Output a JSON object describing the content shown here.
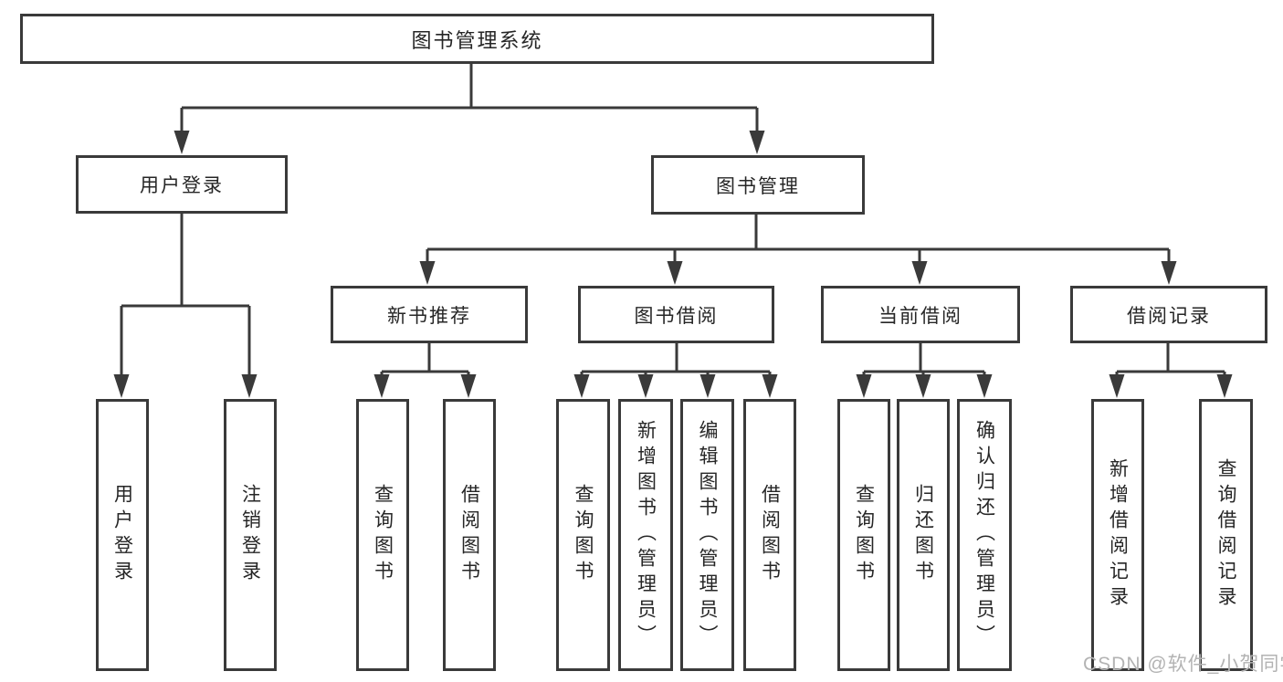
{
  "watermark": "CSDN @软件_小贺同学",
  "colors": {
    "line": "#3a3a3a",
    "text": "#262626",
    "background": "#ffffff",
    "watermark": "#b3b3b3"
  },
  "nodes": {
    "root": "图书管理系统",
    "login": "用户登录",
    "login_children": [
      "用户登录",
      "注销登录"
    ],
    "mgmt": "图书管理",
    "mgmt_children": [
      {
        "label": "新书推荐",
        "children": [
          "查询图书",
          "借阅图书"
        ]
      },
      {
        "label": "图书借阅",
        "children": [
          "查询图书",
          "新增图书（管理员）",
          "编辑图书（管理员）",
          "借阅图书"
        ]
      },
      {
        "label": "当前借阅",
        "children": [
          "查询图书",
          "归还图书",
          "确认归还（管理员）"
        ]
      },
      {
        "label": "借阅记录",
        "children": [
          "新增借阅记录",
          "查询借阅记录"
        ]
      }
    ]
  }
}
